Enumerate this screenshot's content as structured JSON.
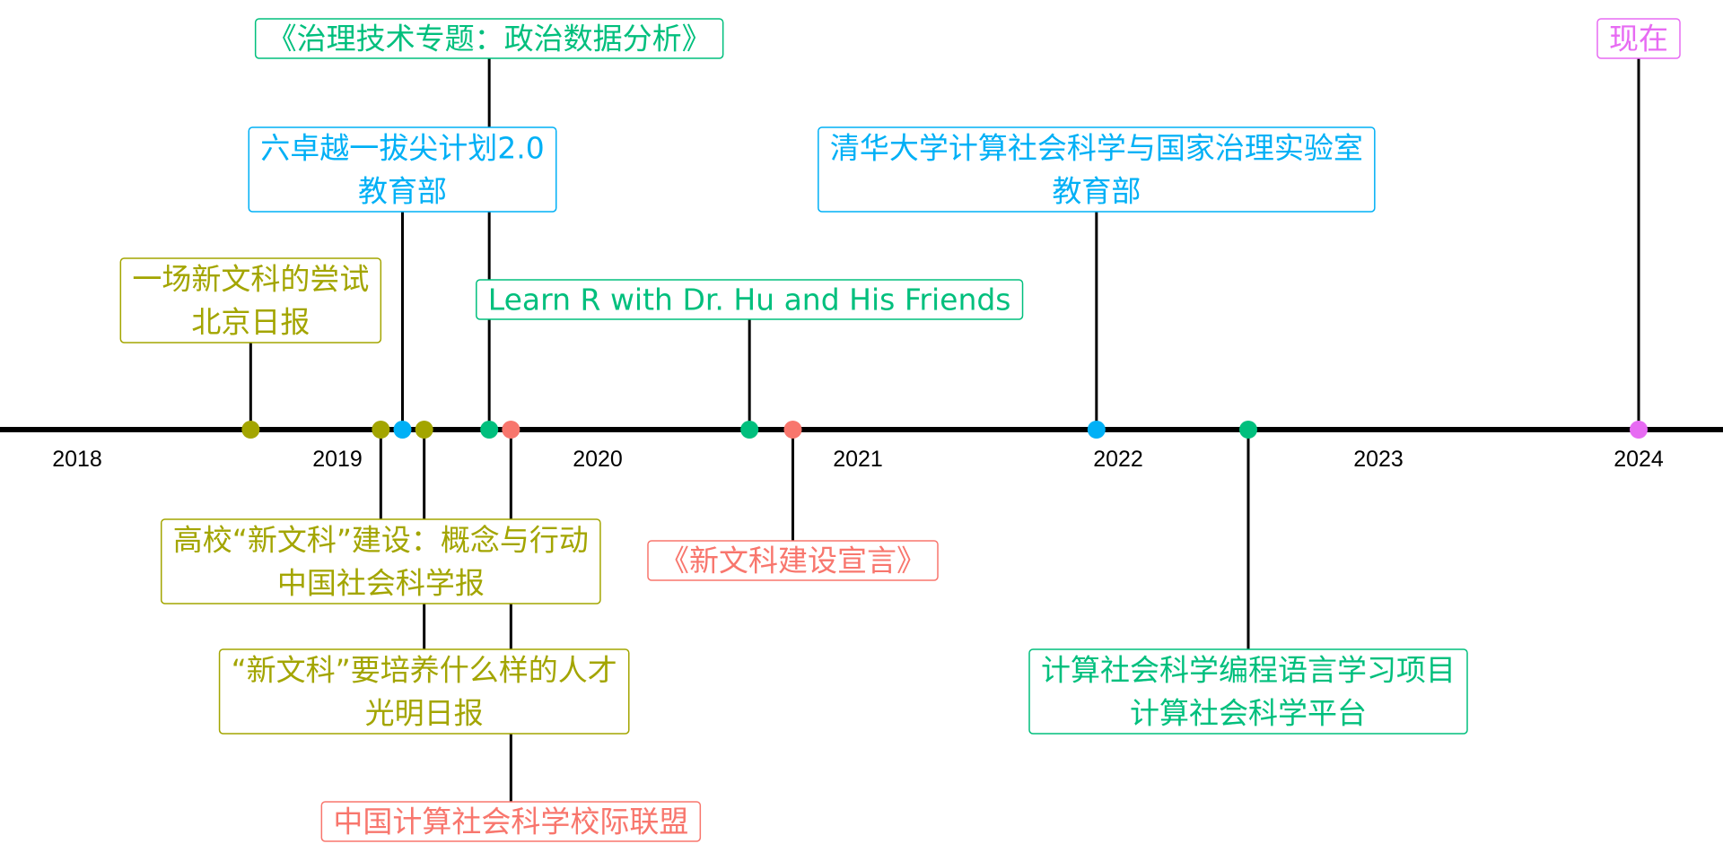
{
  "colors": {
    "olive": "#A3A500",
    "blue": "#00B0F6",
    "green": "#00BF7D",
    "red": "#F8766D",
    "magenta": "#E76BF3",
    "axis": "#000000"
  },
  "axis": {
    "years": [
      "2018",
      "2019",
      "2020",
      "2021",
      "2022",
      "2023",
      "2024"
    ]
  },
  "events": [
    {
      "id": "beijing-daily",
      "date": "2018-09",
      "color": "olive",
      "lines": [
        "一场新文科的尝试",
        "北京日报"
      ]
    },
    {
      "id": "china-social-science",
      "date": "2019-03",
      "color": "olive",
      "lines": [
        "高校“新文科”建设：概念与行动",
        "中国社会科学报"
      ]
    },
    {
      "id": "moe-top-talent",
      "date": "2019-04",
      "color": "blue",
      "lines": [
        "六卓越一拔尖计划2.0",
        "教育部"
      ]
    },
    {
      "id": "guangming-daily",
      "date": "2019-05",
      "color": "olive",
      "lines": [
        "“新文科”要培养什么样的人才",
        "光明日报"
      ]
    },
    {
      "id": "governance-tech",
      "date": "2019-08",
      "color": "green",
      "lines": [
        "《治理技术专题：政治数据分析》"
      ]
    },
    {
      "id": "css-alliance",
      "date": "2019-09",
      "color": "red",
      "lines": [
        "中国计算社会科学校际联盟"
      ]
    },
    {
      "id": "learn-r",
      "date": "2020-08",
      "color": "green",
      "lines": [
        "Learn R with Dr. Hu and His Friends"
      ]
    },
    {
      "id": "new-liberal-arts",
      "date": "2020-10",
      "color": "red",
      "lines": [
        "《新文科建设宣言》"
      ]
    },
    {
      "id": "tsinghua-lab",
      "date": "2021-12",
      "color": "blue",
      "lines": [
        "清华大学计算社会科学与国家治理实验室",
        "教育部"
      ]
    },
    {
      "id": "css-programming",
      "date": "2022-07",
      "color": "green",
      "lines": [
        "计算社会科学编程语言学习项目",
        "计算社会科学平台"
      ]
    },
    {
      "id": "now",
      "date": "2024-01",
      "color": "magenta",
      "lines": [
        "现在"
      ]
    }
  ]
}
